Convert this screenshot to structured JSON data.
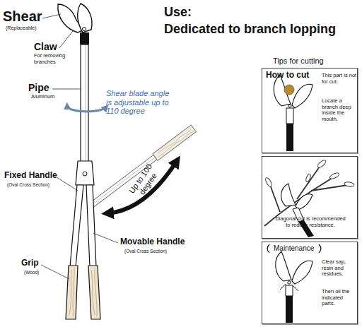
{
  "diagram": {
    "title": "Use:",
    "nodes": [
      {
        "text": [
          "How to cut",
          "This part is not for cut.",
          "Locate a branch deep inside the mouth."
        ]
      },
      {
        "text": [
          "Diagonal cut is recommended to reduce resistance."
        ]
      },
      {
        "text": [
          "Maintenance",
          "Clear sap, resin and residues.",
          "Then oil the indicated parts."
        ]
      }
    ],
    "labels": [
      "Shear",
      "(Replaceable)",
      "Claw",
      "For removing branches",
      "Pipe",
      "Aluminum",
      "Shear blade angle is adjustable up to 110 degree",
      "Fixed Handle",
      "(Oval Cross Section)",
      "Up to 100 degree",
      "Movable Handle",
      "(Oval Cross Section)",
      "Grip",
      "(Wood)",
      "Dedicated to branch lopping",
      "Tips for cutting"
    ]
  }
}
